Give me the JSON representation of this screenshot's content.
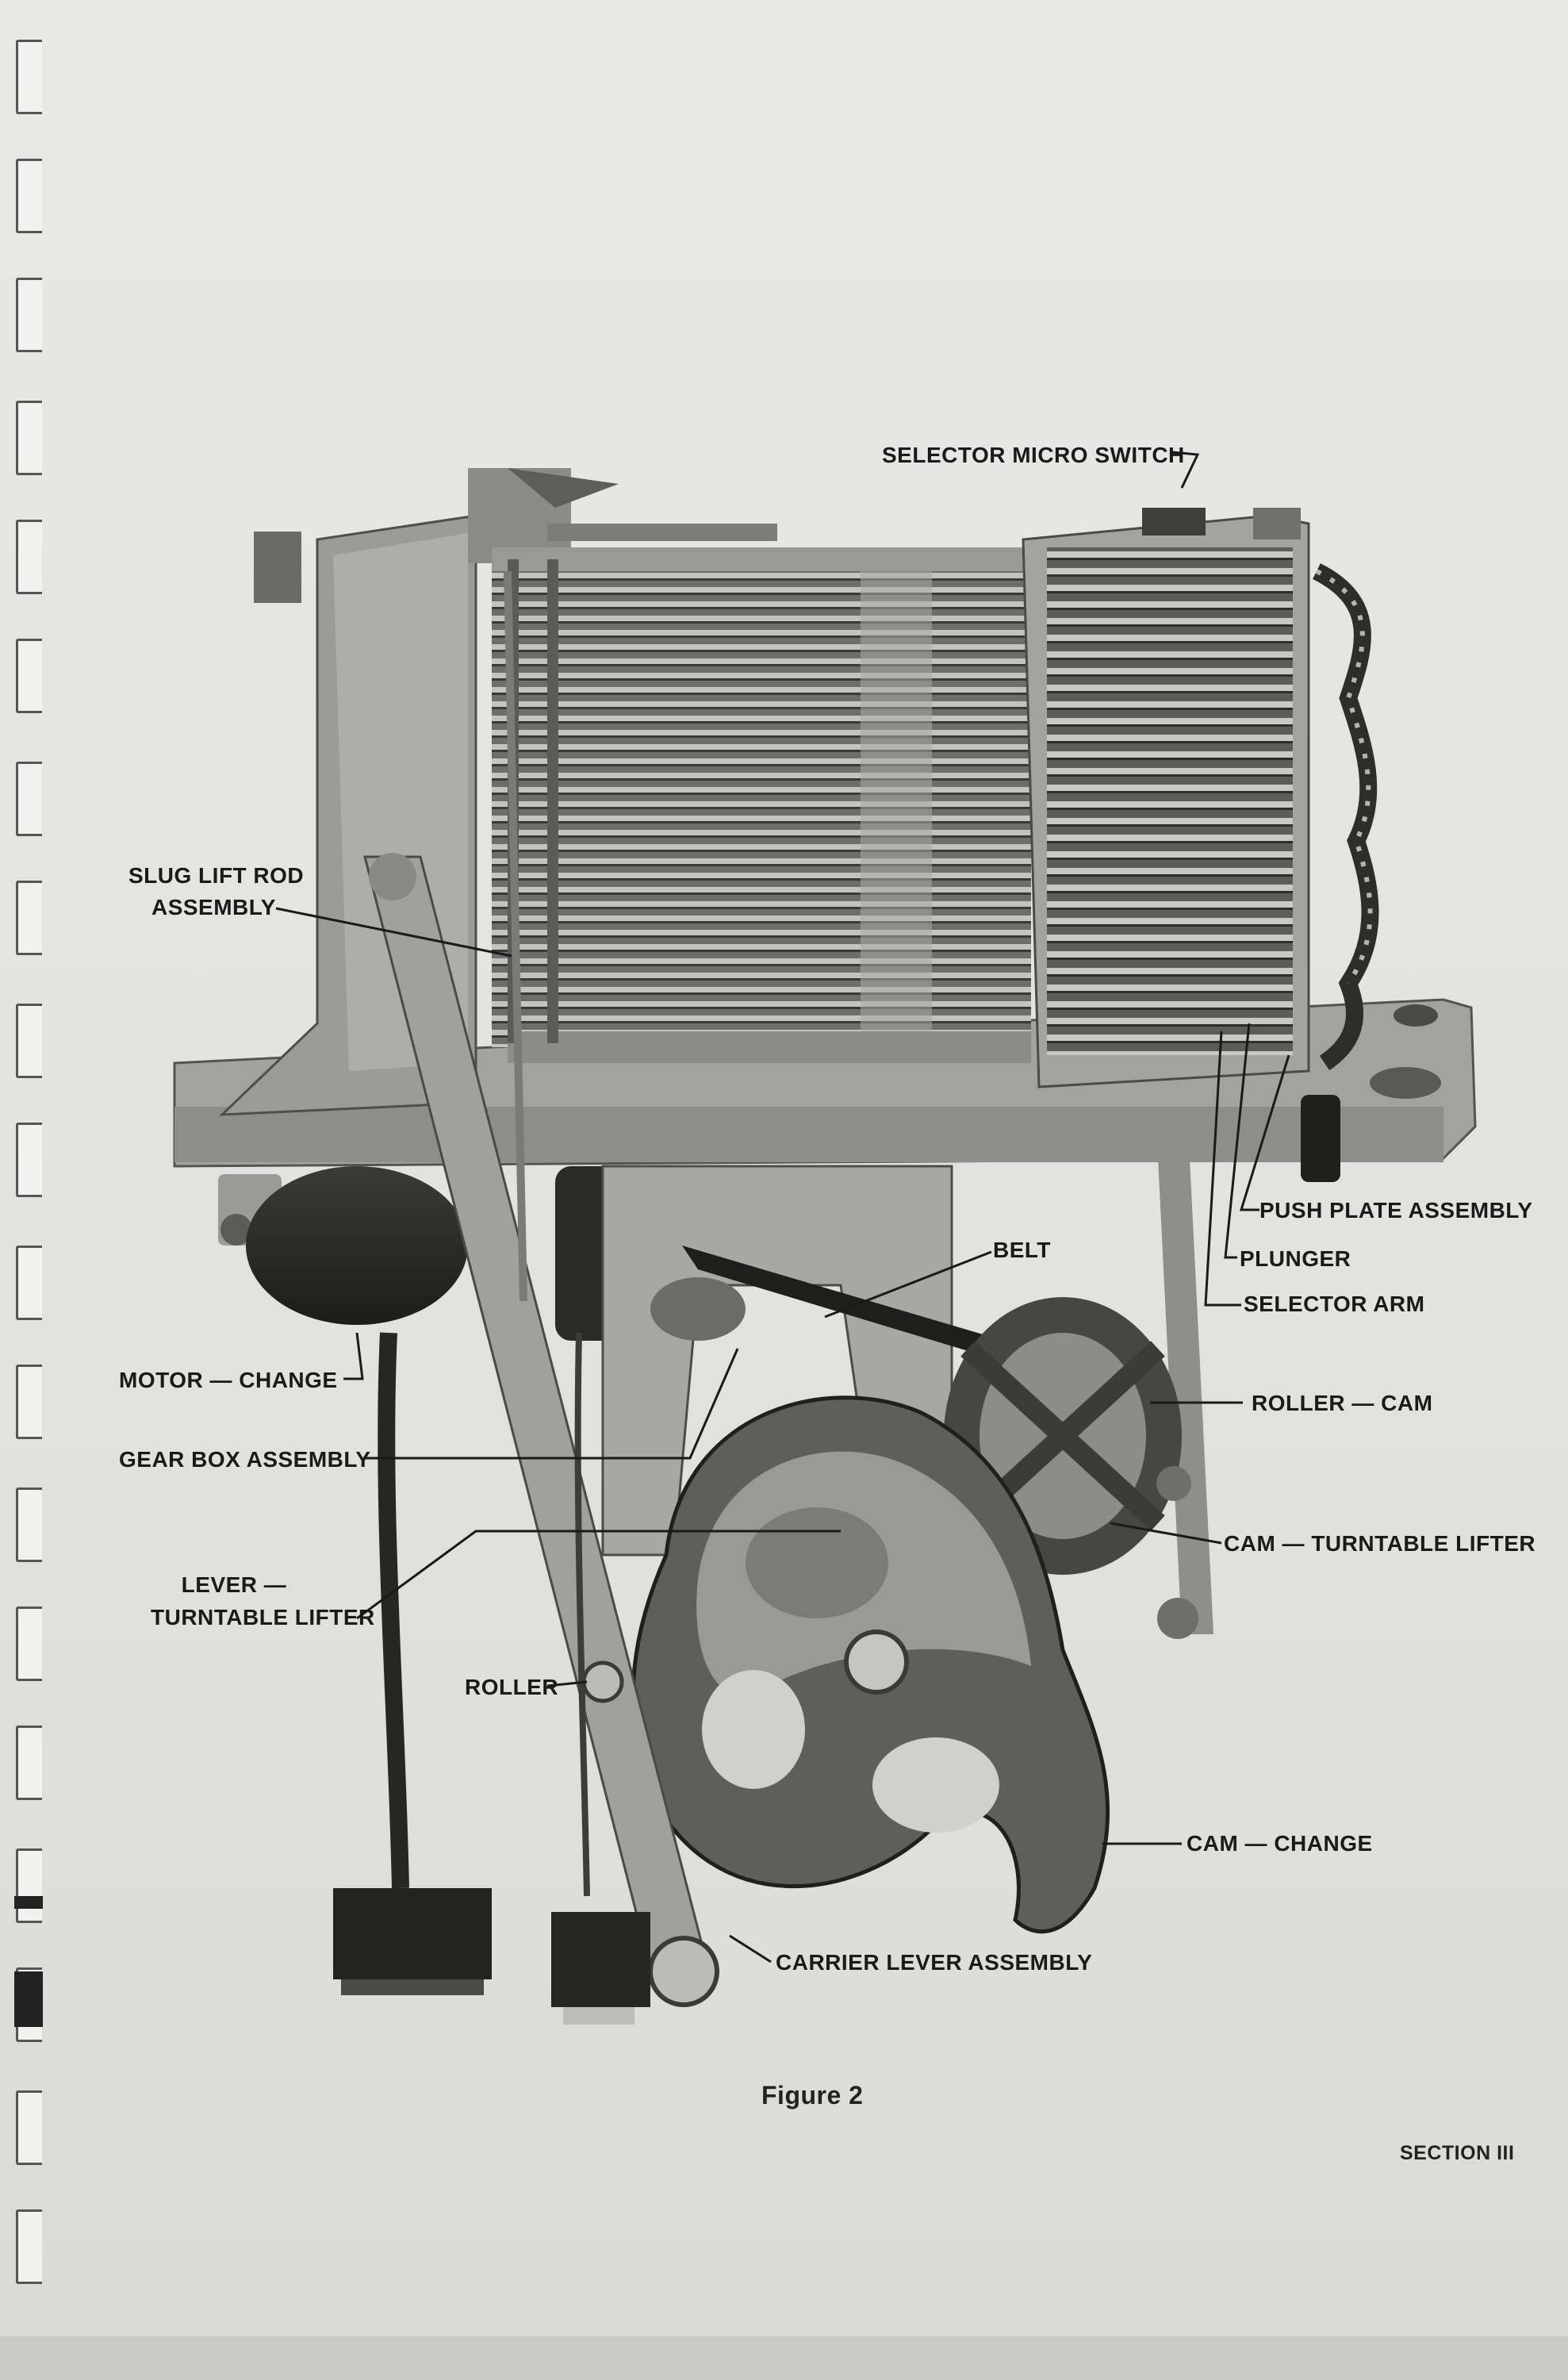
{
  "figure": {
    "caption": "Figure 2",
    "section": "SECTION III",
    "labels": {
      "selector_micro_switch": "SELECTOR MICRO SWITCH",
      "slug_lift_rod_1": "SLUG LIFT ROD",
      "slug_lift_rod_2": "ASSEMBLY",
      "push_plate_assembly": "PUSH PLATE ASSEMBLY",
      "belt": "BELT",
      "plunger": "PLUNGER",
      "selector_arm": "SELECTOR ARM",
      "motor_change": "MOTOR — CHANGE",
      "roller_cam": "ROLLER — CAM",
      "gear_box_assembly": "GEAR BOX ASSEMBLY",
      "cam_turntable_lifter": "CAM — TURNTABLE LIFTER",
      "lever_1": "LEVER —",
      "lever_2": "TURNTABLE LIFTER",
      "roller": "ROLLER",
      "cam_change": "CAM — CHANGE",
      "carrier_lever_assembly": "CARRIER LEVER ASSEMBLY"
    }
  }
}
